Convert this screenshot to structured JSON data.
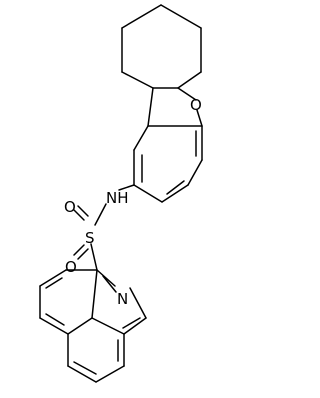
{
  "structure": {
    "atoms": {
      "oxygen_furan": "O",
      "amine": "NH",
      "sulfur": "S",
      "oxygen_sulfonyl_top": "O",
      "oxygen_sulfonyl_bottom": "O",
      "nitrogen_quinoline": "N"
    }
  },
  "colors": {
    "bond": "#000000",
    "label": "#000000",
    "background": "#ffffff"
  }
}
